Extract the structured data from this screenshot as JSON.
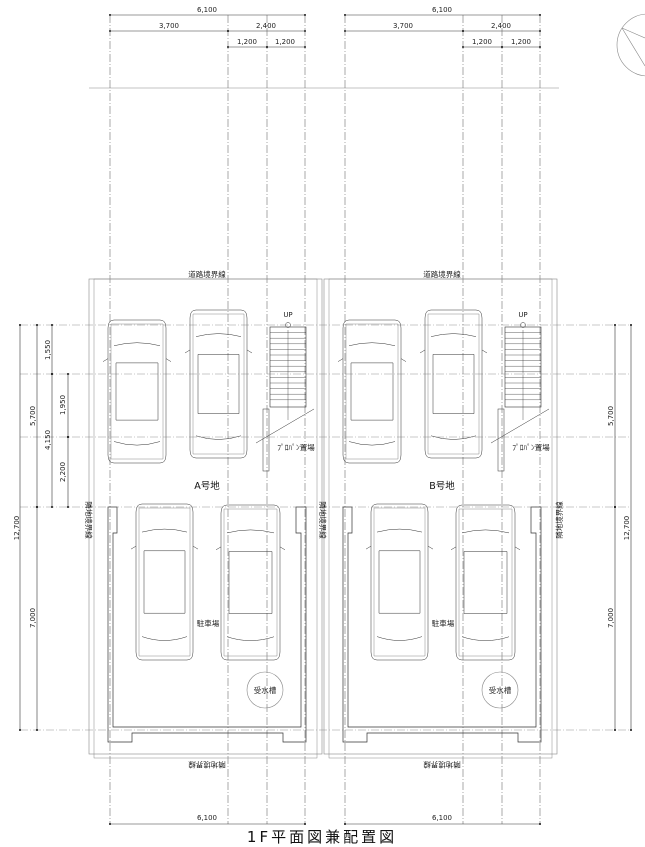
{
  "title": "1F平面図兼配置図",
  "labels": {
    "road_boundary": "道路境界線",
    "neighbor_boundary": "隣地境界線",
    "lot_a": "A号地",
    "lot_b": "B号地",
    "parking": "駐車場",
    "propane": "ﾌﾟﾛﾊﾟﾝ置場",
    "water_tank": "受水槽",
    "up": "UP"
  },
  "dimensions": {
    "width_total": "6,100",
    "width_left": "3,700",
    "width_right": "2,400",
    "width_half": "1,200",
    "depth_total": "12,700",
    "depth_upper": "5,700",
    "depth_lower": "7,000",
    "depth_1550": "1,550",
    "depth_4150": "4,150",
    "depth_1950": "1,950",
    "depth_2200": "2,200"
  },
  "colors": {
    "line": "#333333",
    "thin": "#888888"
  }
}
